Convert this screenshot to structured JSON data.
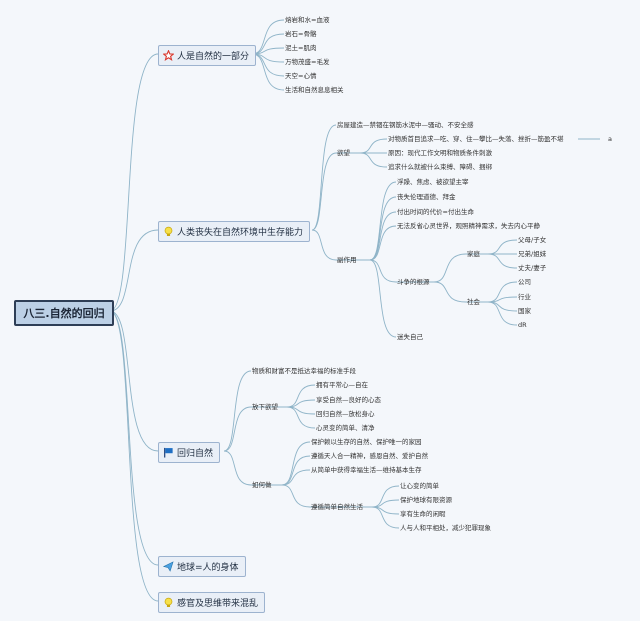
{
  "root": "八三.自然的回归",
  "branches": {
    "b1": {
      "label": "人是自然的一部分",
      "icon": "star-icon",
      "items": [
        "熔岩和水=血液",
        "岩石=骨骼",
        "泥土=肌肉",
        "万物茂盛=毛发",
        "天空=心情",
        "生活和自然息息相关"
      ]
    },
    "b2": {
      "label": "人类丧失在自然环境中生存能力",
      "icon": "lightbulb-icon",
      "top": "房屋建造—禁锢在钢筋水泥中—骚动、不安全感",
      "desire": {
        "label": "欲望",
        "items": [
          "对物质首目追求—吃、穿、住—攀比—失落、挫折—筋盈不堪",
          "原因：现代工作文明和物质条件刺激",
          "追求什么就被什么束缚、障碍、捆绑"
        ],
        "side": "a"
      },
      "side_effect": {
        "label": "副作用",
        "items": [
          "浮躁、焦虑、被欲望主宰",
          "丧失伦理道德、拜金",
          "付出时间的代价=付出生命",
          "无法反省心灵世界，观照精神需求，失去内心平静"
        ]
      },
      "conflict": {
        "label": "斗争的根源",
        "family": {
          "label": "家庭",
          "items": [
            "父母/子女",
            "兄弟/姐妹",
            "丈夫/妻子"
          ]
        },
        "society": {
          "label": "社会",
          "items": [
            "公司",
            "行业",
            "国家",
            "dR"
          ]
        }
      },
      "lost": "迷失自己"
    },
    "b3": {
      "label": "回归自然",
      "icon": "flag-icon",
      "top": "物质和财富不是抵达幸福的标准手段",
      "letgo": {
        "label": "放下欲望",
        "items": [
          "拥有平常心—自在",
          "享受自然—良好的心态",
          "回归自然—放松身心",
          "心灵变的简单、清净"
        ]
      },
      "how": {
        "label": "如何做",
        "items": [
          "保护赖以生存的自然、保护唯一的家园",
          "遵循天人合一精神，感恩自然、爱护自然",
          "从简单中获得幸福生活—维持基本生存"
        ],
        "simple": {
          "label": "遵循简单自然生活",
          "items": [
            "让心变的简单",
            "保护地球有限资源",
            "享有生命的闲暇",
            "人与人和平相处，减少犯罪现象"
          ]
        }
      }
    },
    "b4": {
      "label": "地球=人的身体",
      "icon": "paper-plane-icon"
    },
    "b5": {
      "label": "感官及思维带来混乱",
      "icon": "lightbulb-icon"
    }
  },
  "colors": {
    "line": "#8fb4c8",
    "root_border": "#2e3e56",
    "node_bg": "#e9eff7"
  }
}
